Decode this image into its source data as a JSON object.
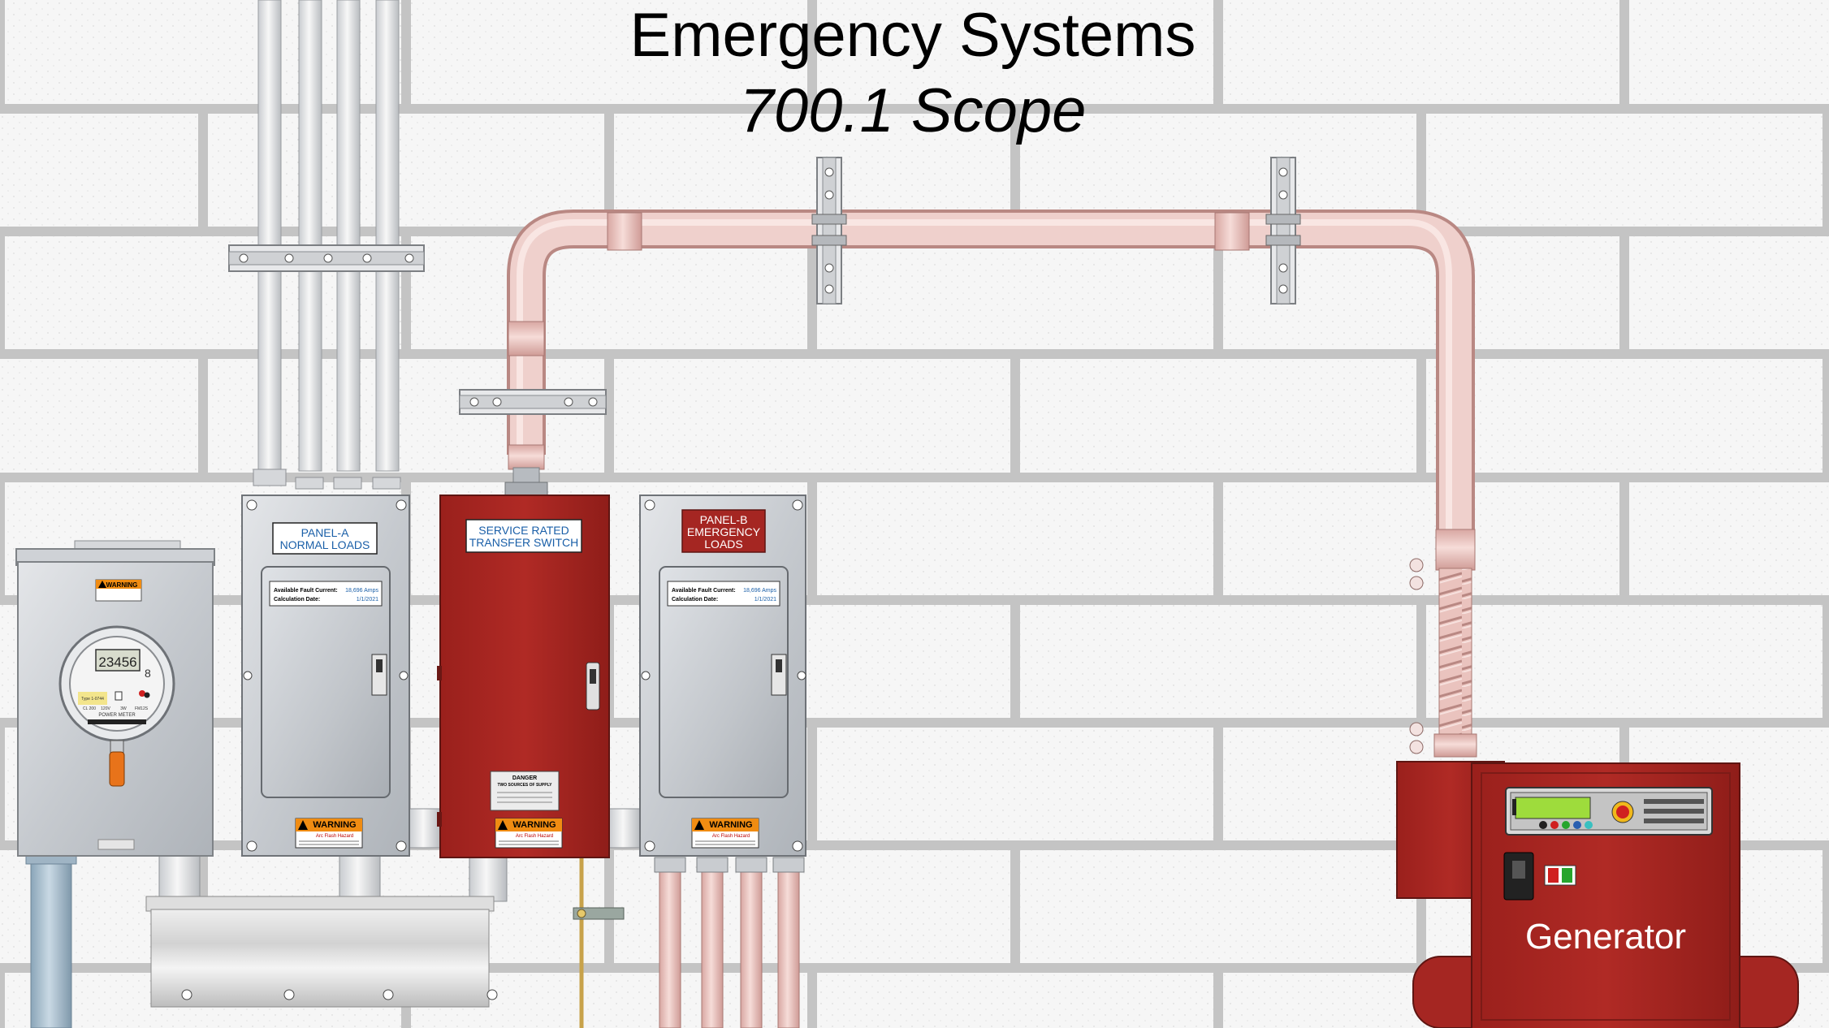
{
  "title": "Emergency Systems",
  "subtitle": "700.1 Scope",
  "meter": {
    "warning": "WARNING",
    "reading": "23456",
    "type_text": "Type 1-0744",
    "class_text": "CL 200",
    "volts_text": "120V",
    "wire_text": "3W",
    "freq_text": "FM12S",
    "label_text": "POWER METER"
  },
  "panel_a": {
    "label_line1": "PANEL-A",
    "label_line2": "NORMAL LOADS",
    "fault_label": "Available Fault Current:",
    "fault_value": "18,696 Amps",
    "date_label": "Calculation Date:",
    "date_value": "1/1/2021",
    "warning": "WARNING",
    "arc_flash": "Arc Flash Hazard"
  },
  "transfer_switch": {
    "label_line1": "SERVICE RATED",
    "label_line2": "TRANSFER SWITCH",
    "danger": "DANGER",
    "danger_line1": "TWO SOURCES OF SUPPLY",
    "warning": "WARNING",
    "arc_flash": "Arc Flash Hazard"
  },
  "panel_b": {
    "label_line1": "PANEL-B",
    "label_line2": "EMERGENCY",
    "label_line3": "LOADS",
    "fault_label": "Available Fault Current:",
    "fault_value": "18,696 Amps",
    "date_label": "Calculation Date:",
    "date_value": "1/1/2021",
    "warning": "WARNING",
    "arc_flash": "Arc Flash Hazard"
  },
  "generator": {
    "label": "Generator"
  },
  "colors": {
    "wall": "#f6f6f6",
    "mortar": "#c4c4c4",
    "emergency_red": "#a52622",
    "conduit_pink": "#e8bdb8",
    "panel_gray": "#c9cdd2",
    "label_blue": "#1a5fa8",
    "warning_orange": "#f08c12",
    "lcd_green": "#9edc3c"
  }
}
